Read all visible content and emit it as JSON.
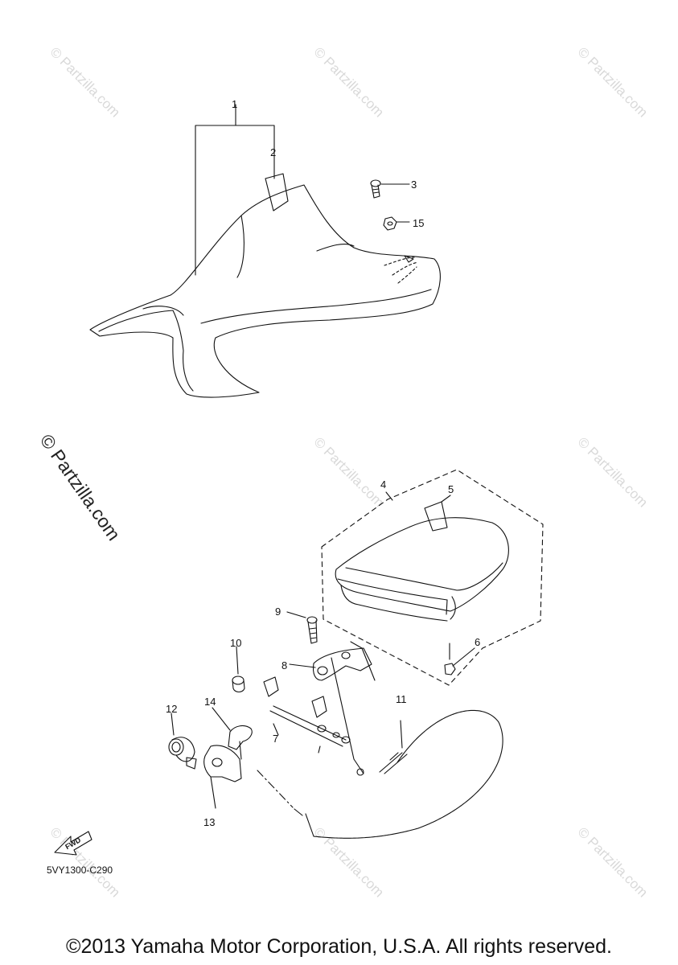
{
  "diagram": {
    "parts": [
      {
        "number": "1"
      },
      {
        "number": "2"
      },
      {
        "number": "3"
      },
      {
        "number": "4"
      },
      {
        "number": "5"
      },
      {
        "number": "6"
      },
      {
        "number": "7"
      },
      {
        "number": "8"
      },
      {
        "number": "9"
      },
      {
        "number": "10"
      },
      {
        "number": "11"
      },
      {
        "number": "12"
      },
      {
        "number": "13"
      },
      {
        "number": "14"
      },
      {
        "number": "15"
      }
    ],
    "fwd_label": "FWD",
    "catalog_code": "5VY1300-C290"
  },
  "watermark": {
    "text": "© Partzilla.com",
    "faint_text": "© Partzilla.com"
  },
  "footer": {
    "copyright": "©2013 Yamaha Motor Corporation, U.S.A. All rights reserved."
  },
  "colors": {
    "line": "#111111",
    "watermark_faint": "#d9d9d9",
    "background": "#ffffff"
  }
}
